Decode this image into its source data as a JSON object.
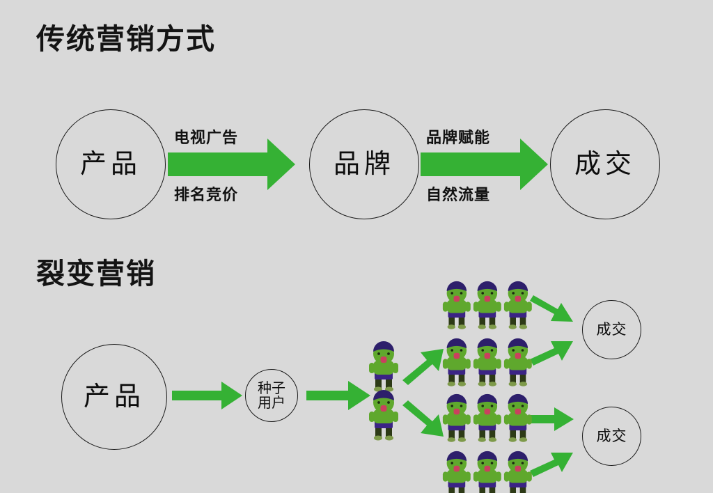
{
  "page": {
    "background_color": "#d9d9d9",
    "accent_green": "#35b134",
    "outline_color": "#1a1a1a",
    "text_color": "#111111"
  },
  "sections": [
    {
      "id": "traditional",
      "title": "传统营销方式",
      "nodes": [
        {
          "id": "product",
          "label": "产品"
        },
        {
          "id": "brand",
          "label": "品牌"
        },
        {
          "id": "deal",
          "label": "成交"
        }
      ],
      "flow_labels": [
        {
          "id": "tv-ad",
          "label": "电视广告"
        },
        {
          "id": "rank-bid",
          "label": "排名竞价"
        },
        {
          "id": "brand-empower",
          "label": "品牌赋能"
        },
        {
          "id": "organic-traffic",
          "label": "自然流量"
        }
      ]
    },
    {
      "id": "viral",
      "title": "裂变营销",
      "nodes": [
        {
          "id": "product",
          "label": "产品"
        },
        {
          "id": "seed-users",
          "label": "种子\n用户",
          "line1": "种子",
          "line2": "用户"
        },
        {
          "id": "deal-top",
          "label": "成交"
        },
        {
          "id": "deal-bottom",
          "label": "成交"
        }
      ],
      "seed_people_count": 2,
      "clusters": [
        {
          "id": "cluster-top",
          "rows": 2,
          "cols": 3,
          "count": 6
        },
        {
          "id": "cluster-bottom",
          "rows": 2,
          "cols": 3,
          "count": 6
        }
      ]
    }
  ],
  "person_icon": {
    "name": "person-figure-icon",
    "hair_color": "#2d1f6b",
    "skin_color": "#5fa82d",
    "mouth_color": "#c9415e",
    "eye_color": "#1b2a10",
    "shorts_color": "#3b2485",
    "legs_color": "#2d3a16",
    "shoes_color": "#7e9a4a"
  }
}
